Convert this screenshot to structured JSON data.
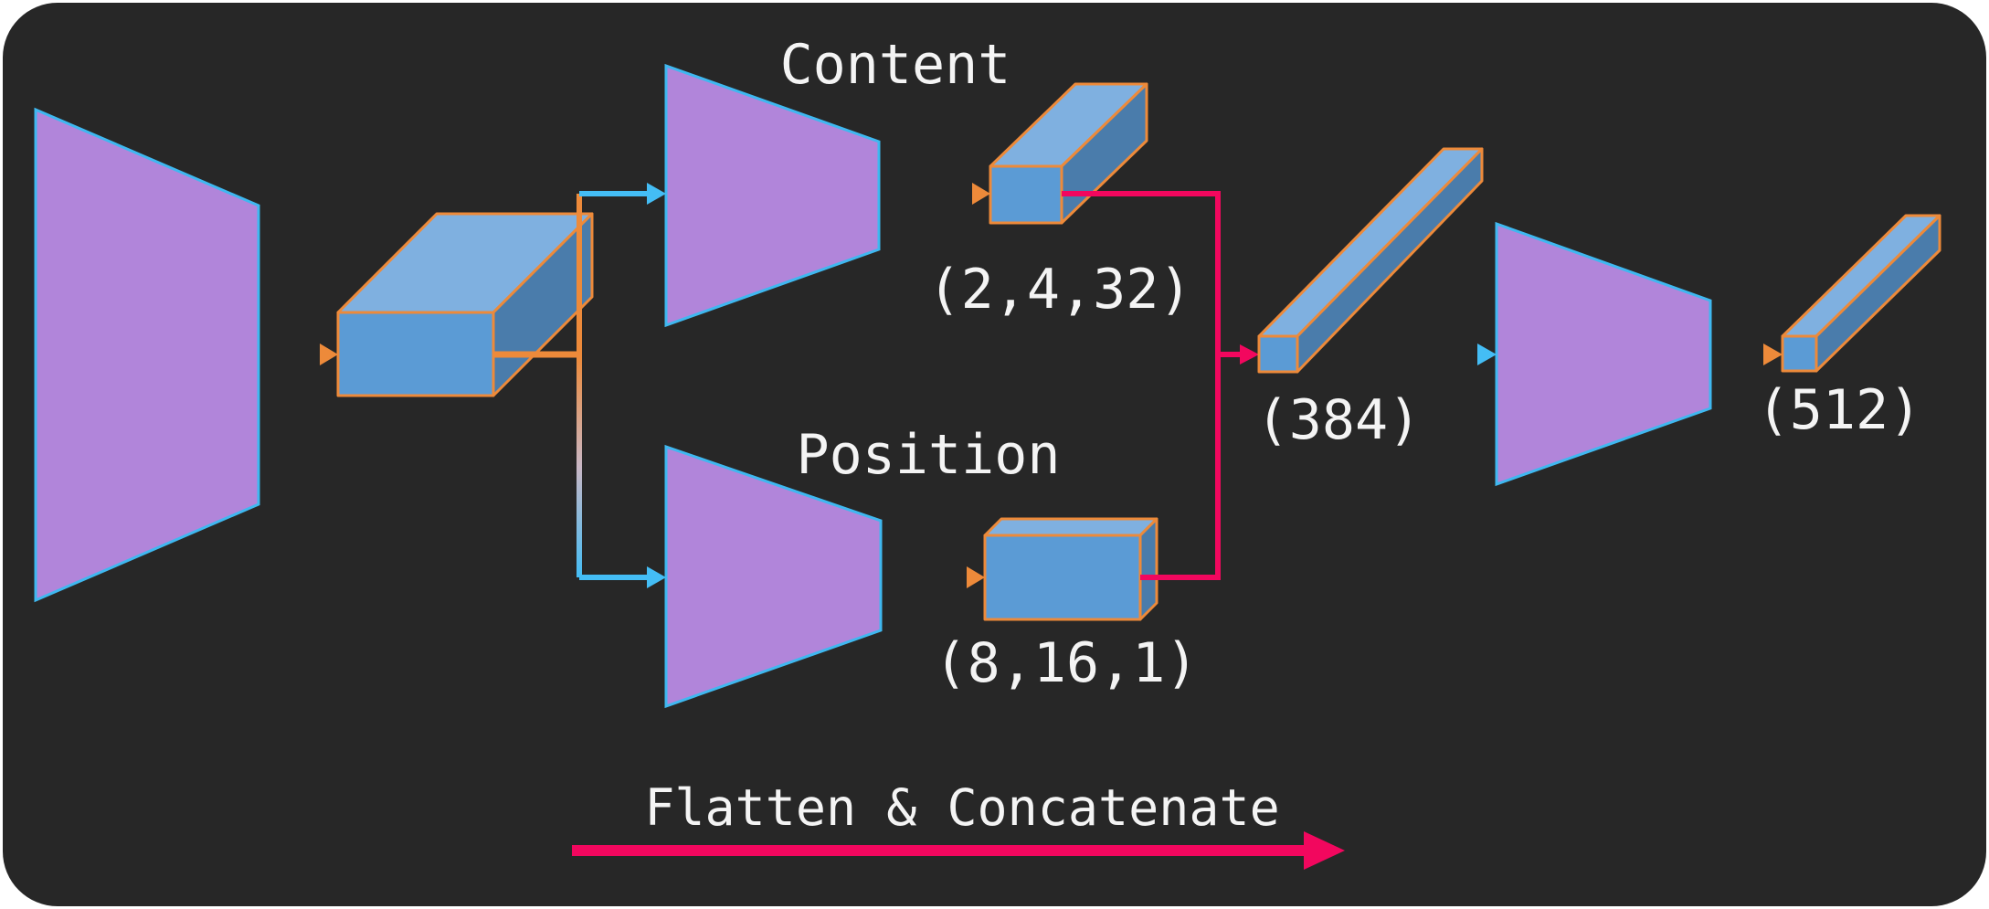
{
  "labels": {
    "content": "Content",
    "position": "Position",
    "content_shape": "(2,4,32)",
    "position_shape": "(8,16,1)",
    "concat_shape": "(384)",
    "output_shape": "(512)",
    "legend": "Flatten & Concatenate"
  },
  "colors": {
    "background": "#272727",
    "trapezoid_fill": "#b185da",
    "trapezoid_stroke": "#3fb8f0",
    "box_front": "#5b9bd5",
    "box_top": "#7fb0e0",
    "box_side": "#4a7cab",
    "box_stroke": "#ed8a3a",
    "arrow_blue": "#44bdf5",
    "arrow_orange": "#ed8a3a",
    "flatten_pink": "#f2075e",
    "text": "#f4f4f4"
  }
}
